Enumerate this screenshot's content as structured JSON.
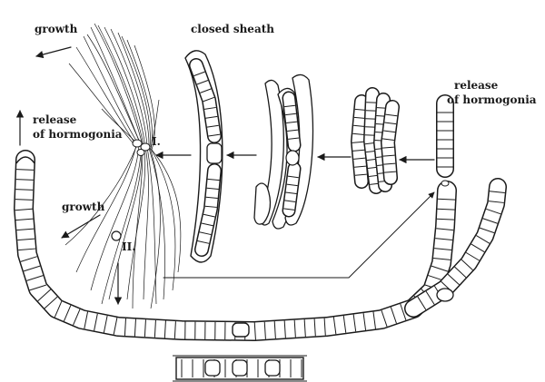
{
  "labels": {
    "growth_top": "growth",
    "closed_sheath": "closed sheath",
    "release_left_1": "release",
    "release_left_2": "of hormogonia",
    "release_right_1": "release",
    "release_right_2": "of hormogonia",
    "roman_one": "I.",
    "roman_two": "II.",
    "growth_left": "growth"
  },
  "colors": {
    "ink": "#1a1a1a",
    "paper": "#ffffff"
  }
}
